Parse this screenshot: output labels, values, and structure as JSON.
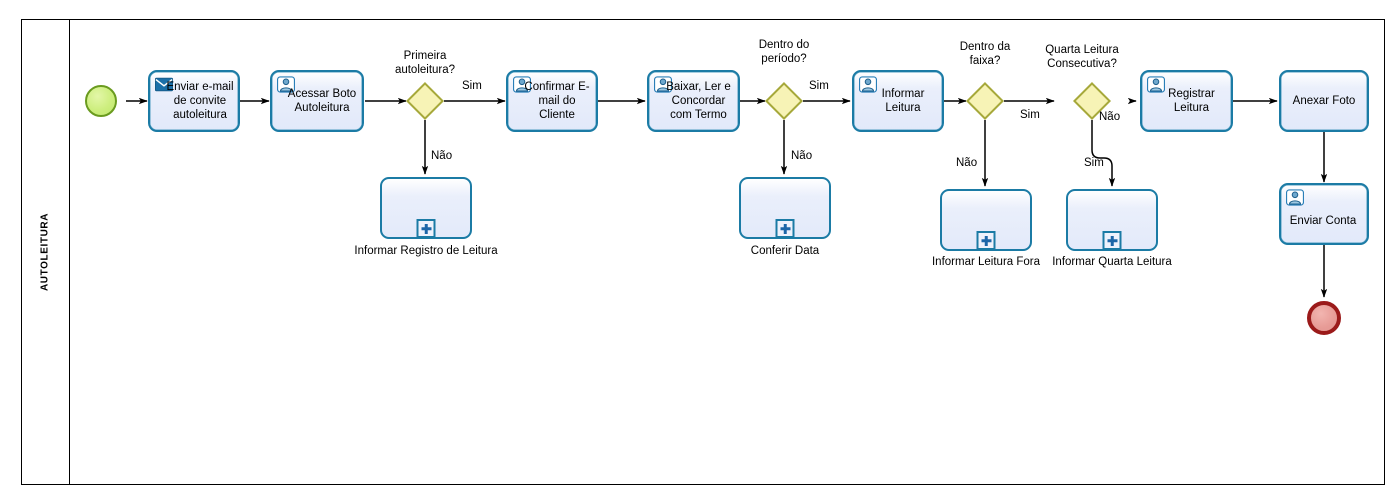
{
  "diagram": {
    "type": "bpmn-process",
    "pool": {
      "lane_label": "AUTOLEITURA"
    },
    "colors": {
      "task_border": "#1b7ba5",
      "task_fill": "#e3eafa",
      "gateway_border": "#a6a83a",
      "gateway_fill": "#f7f3b6",
      "start_event_border": "#6a9b1f",
      "start_event_fill": "#cdee7e",
      "end_event_border": "#9b1a1a",
      "end_event_fill": "#e79b96",
      "connector": "#000000",
      "pool_border": "#000000"
    },
    "events": [
      {
        "id": "start",
        "kind": "start-event",
        "label": ""
      },
      {
        "id": "end",
        "kind": "end-event",
        "label": ""
      }
    ],
    "tasks": [
      {
        "id": "t1",
        "label": "Enviar e-mail de convite autoleitura",
        "icon": "envelope-icon",
        "type": "send-task"
      },
      {
        "id": "t2",
        "label": "Acessar Boto Autoleitura",
        "icon": "user-icon",
        "type": "user-task"
      },
      {
        "id": "t3",
        "label": "Confirmar E-mail do Cliente",
        "icon": "user-icon",
        "type": "user-task"
      },
      {
        "id": "t4",
        "label": "Baixar,  Ler e Concordar com Termo",
        "icon": "user-icon",
        "type": "user-task"
      },
      {
        "id": "t5",
        "label": "Informar Leitura",
        "icon": "user-icon",
        "type": "user-task"
      },
      {
        "id": "t6",
        "label": "Registrar Leitura",
        "icon": "user-icon",
        "type": "user-task"
      },
      {
        "id": "t7",
        "label": "Anexar Foto",
        "icon": "",
        "type": "task"
      },
      {
        "id": "t8",
        "label": "Enviar Conta",
        "icon": "user-icon",
        "type": "user-task"
      }
    ],
    "gateways": [
      {
        "id": "g1",
        "label": "Primeira autoleitura?",
        "label_lines": [
          "Primeira",
          "autoleitura?"
        ]
      },
      {
        "id": "g2",
        "label": "Dentro do período?",
        "label_lines": [
          "Dentro do",
          "período?"
        ]
      },
      {
        "id": "g3",
        "label": "Dentro da faixa?",
        "label_lines": [
          "Dentro da",
          "faixa?"
        ]
      },
      {
        "id": "g4",
        "label": "Quarta Leitura Consecutiva?",
        "label_lines": [
          "Quarta Leitura",
          "Consecutiva?"
        ]
      }
    ],
    "subprocesses": [
      {
        "id": "s1",
        "label": "Informar Registro de Leitura",
        "marker": "plus-marker"
      },
      {
        "id": "s2",
        "label": "Conferir Data",
        "marker": "plus-marker"
      },
      {
        "id": "s3",
        "label": "Informar Leitura Fora",
        "marker": "plus-marker"
      },
      {
        "id": "s4",
        "label": "Informar Quarta Leitura",
        "marker": "plus-marker"
      }
    ],
    "flow_labels": {
      "g1_yes": "Sim",
      "g1_no": "Não",
      "g2_yes": "Sim",
      "g2_no": "Não",
      "g3_yes": "Sim",
      "g3_no": "Não",
      "g4_yes": "Sim",
      "g4_no": "Não"
    }
  }
}
